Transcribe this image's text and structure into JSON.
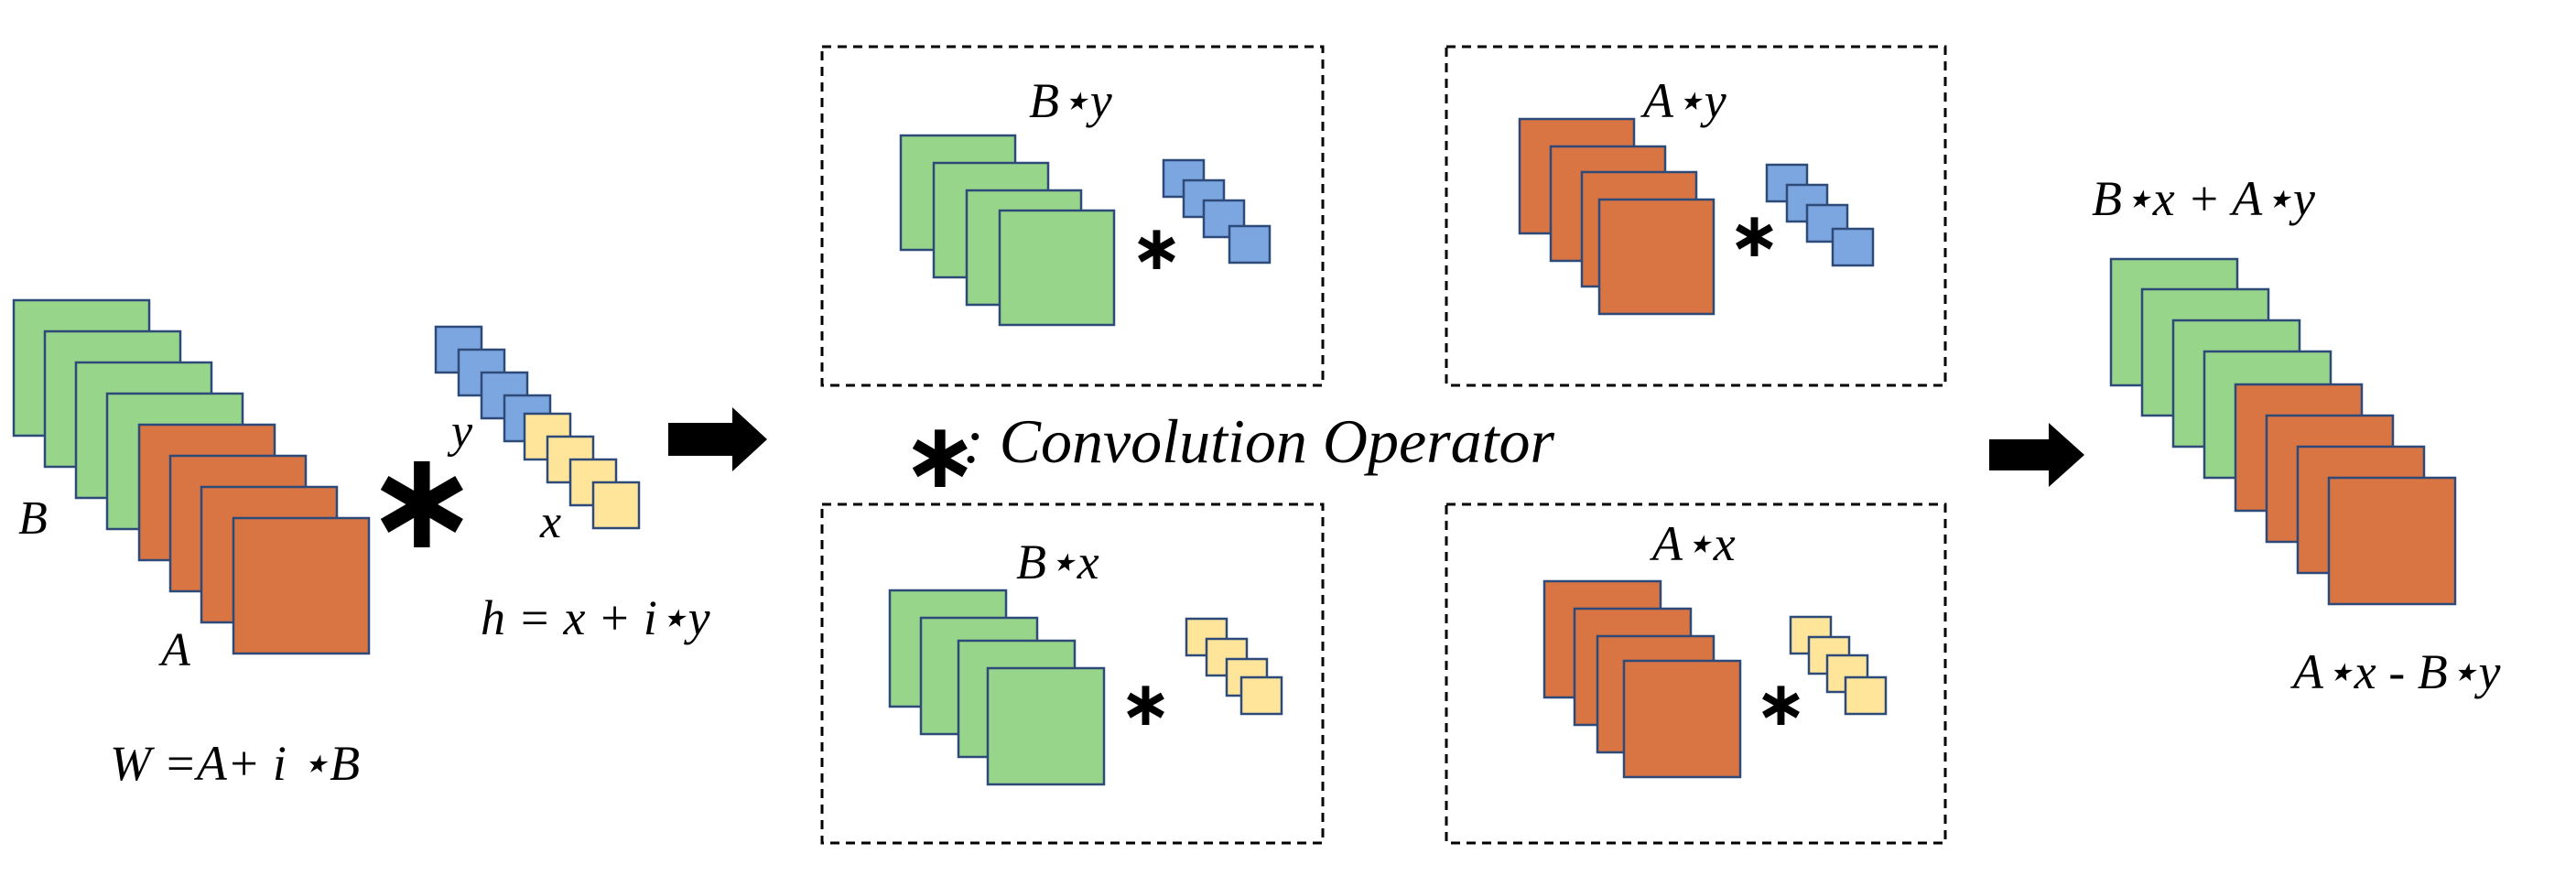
{
  "labels": {
    "b_stack": "B",
    "a_stack": "A",
    "w_formula": "W =A+ i ⋆B",
    "y_filter": "y",
    "x_filter": "x",
    "h_formula": "h = x + i⋆y",
    "box_b_y": "B⋆y",
    "box_a_y": "A⋆y",
    "box_b_x": "B⋆x",
    "box_a_x": "A⋆x",
    "legend_symbol": "∗",
    "legend_text": ": Convolution Operator",
    "conv_symbol": "∗",
    "result_top": "B⋆x + A⋆y",
    "result_bottom": "A⋆x - B⋆y"
  },
  "colors": {
    "green": "#97D58A",
    "orange": "#D97543",
    "blue": "#7BA6E0",
    "yellow": "#FFE59A",
    "outline": "#2E4A78",
    "text": "#000000"
  }
}
